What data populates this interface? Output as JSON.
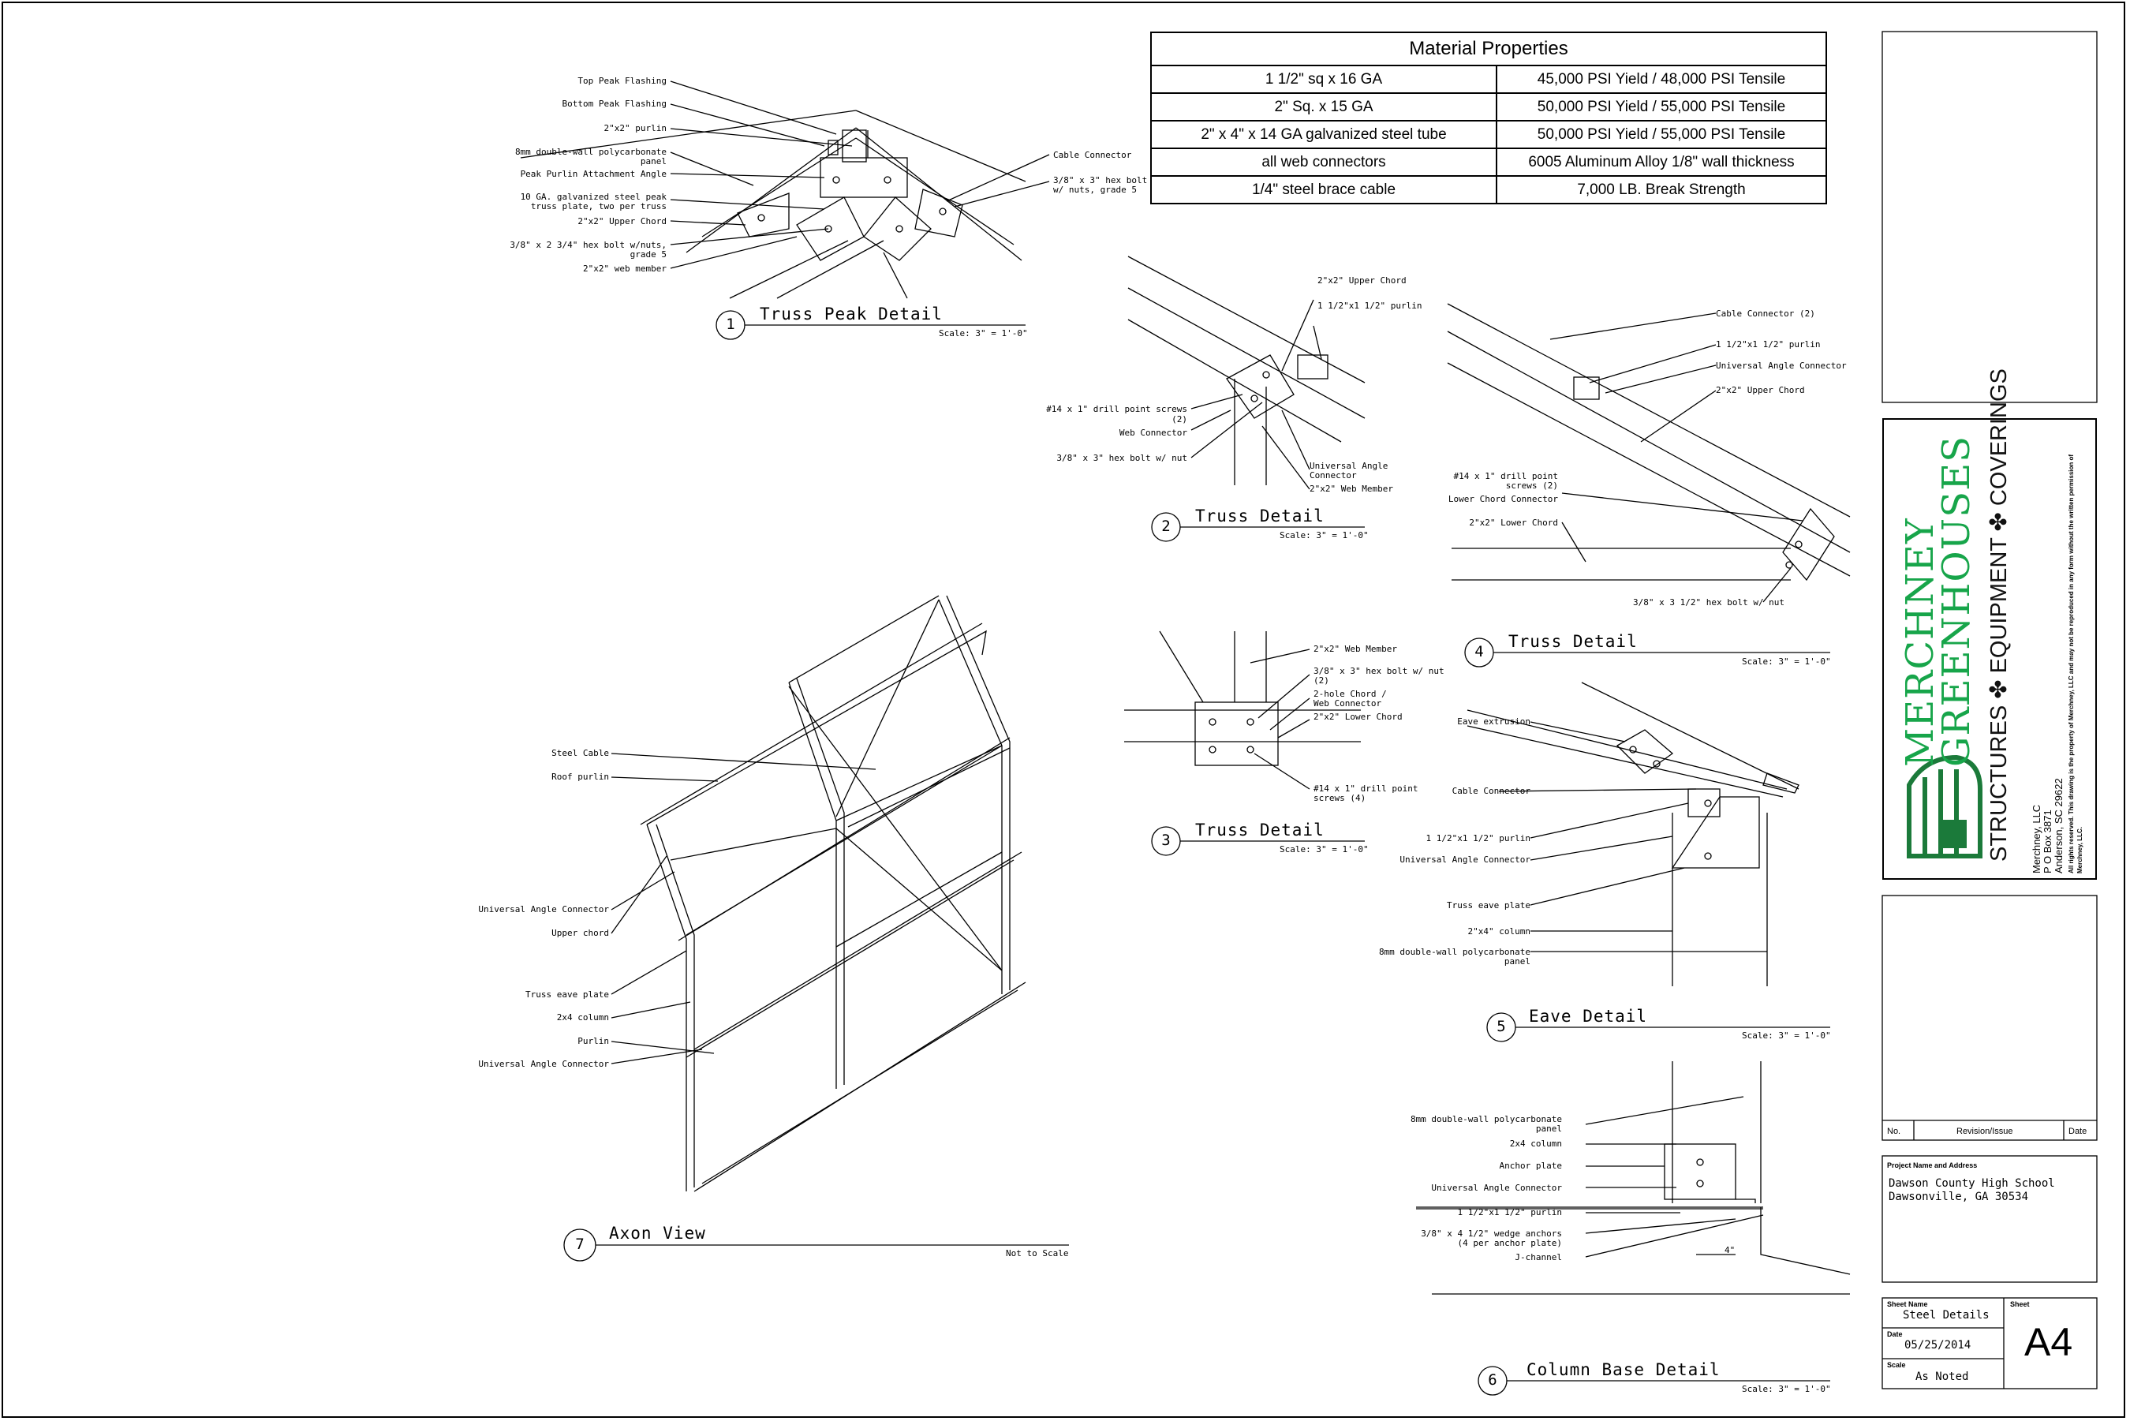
{
  "material_properties": {
    "title": "Material Properties",
    "rows": [
      {
        "material": "1 1/2\" sq x 16 GA",
        "strength": "45,000 PSI Yield / 48,000 PSI Tensile"
      },
      {
        "material": "2\" Sq. x 15 GA",
        "strength": "50,000 PSI Yield / 55,000 PSI Tensile"
      },
      {
        "material": "2\" x 4\" x 14 GA galvanized steel tube",
        "strength": "50,000 PSI Yield / 55,000 PSI Tensile"
      },
      {
        "material": "all web connectors",
        "strength": "6005 Aluminum Alloy 1/8\" wall thickness"
      },
      {
        "material": "1/4\" steel brace cable",
        "strength": "7,000 LB. Break Strength"
      }
    ]
  },
  "details": {
    "d1": {
      "num": "1",
      "title": "Truss Peak Detail",
      "scale": "Scale: 3\" = 1'-0\"",
      "labels": [
        "Top Peak Flashing",
        "Bottom Peak Flashing",
        "2\"x2\" purlin",
        "8mm double-wall polycarbonate",
        "panel",
        "Peak Purlin Attachment Angle",
        "10 GA. galvanized steel peak",
        "truss plate, two per truss",
        "2\"x2\" Upper Chord",
        "3/8\" x 2 3/4\" hex bolt w/nuts,",
        "grade 5",
        "2\"x2\" web member",
        "Cable Connector",
        "3/8\" x 3\" hex bolt",
        "w/ nuts, grade 5"
      ]
    },
    "d2": {
      "num": "2",
      "title": "Truss Detail",
      "scale": "Scale: 3\" = 1'-0\"",
      "labels": [
        "2\"x2\" Upper Chord",
        "1 1/2\"x1 1/2\" purlin",
        "#14 x 1\" drill point screws",
        "(2)",
        "Web Connector",
        "3/8\" x 3\" hex bolt w/ nut",
        "Universal Angle",
        "Connector",
        "2\"x2\" Web Member"
      ]
    },
    "d3": {
      "num": "3",
      "title": "Truss Detail",
      "scale": "Scale: 3\" = 1'-0\"",
      "labels": [
        "2\"x2\" Web Member",
        "3/8\" x 3\" hex bolt w/ nut",
        "(2)",
        "2-hole Chord /",
        "Web Connector",
        "2\"x2\" Lower Chord",
        "#14 x 1\" drill point",
        "screws (4)"
      ]
    },
    "d4": {
      "num": "4",
      "title": "Truss Detail",
      "scale": "Scale: 3\" = 1'-0\"",
      "labels": [
        "Cable Connector (2)",
        "1 1/2\"x1 1/2\" purlin",
        "Universal Angle Connector",
        "2\"x2\" Upper Chord",
        "#14 x 1\" drill point",
        "screws (2)",
        "Lower Chord Connector",
        "2\"x2\" Lower Chord",
        "3/8\" x 3 1/2\" hex bolt w/ nut"
      ]
    },
    "d5": {
      "num": "5",
      "title": "Eave Detail",
      "scale": "Scale: 3\" = 1'-0\"",
      "labels": [
        "Eave extrusion",
        "Cable Connector",
        "1 1/2\"x1 1/2\" purlin",
        "Universal Angle Connector",
        "Truss eave plate",
        "2\"x4\" column",
        "8mm double-wall polycarbonate",
        "panel"
      ]
    },
    "d6": {
      "num": "6",
      "title": "Column Base Detail",
      "scale": "Scale: 3\" = 1'-0\"",
      "labels": [
        "8mm double-wall polycarbonate",
        "panel",
        "2x4 column",
        "Anchor plate",
        "Universal Angle Connector",
        "1 1/2\"x1 1/2\" purlin",
        "3/8\" x 4 1/2\" wedge anchors",
        "(4 per anchor plate)",
        "J-channel",
        "4\""
      ]
    },
    "d7": {
      "num": "7",
      "title": "Axon View",
      "scale": "Not to Scale",
      "labels": [
        "Steel Cable",
        "Roof purlin",
        "Universal Angle Connector",
        "Upper chord",
        "Truss eave plate",
        "2x4 column",
        "Purlin",
        "Universal Angle Connector"
      ]
    }
  },
  "title_block": {
    "logo_line1": "MERCHNEY",
    "logo_line2": "GREENHOUSES",
    "tagline": "STRUCTURES ✤ EQUIPMENT ✤ COVERINGS",
    "company": "Merchney, LLC",
    "po_box": "P O Box 3871",
    "city": "Anderson, SC 29622",
    "rights_1": "All rights reserved. This drawing is the property of Merchney, LLC and may not be reproduced in any form without the written",
    "rights_2": "permission of Merchney, LLC.",
    "rev_no": "No.",
    "rev_issue": "Revision/Issue",
    "rev_date": "Date",
    "project_label": "Project Name and Address",
    "project_name": "Dawson County High School",
    "project_city": "Dawsonville, GA 30534",
    "sheet_name_label": "Sheet Name",
    "sheet_name": "Steel Details",
    "date_label": "Date",
    "date": "05/25/2014",
    "scale_label": "Scale",
    "scale": "As Noted",
    "sheet_label": "Sheet",
    "sheet": "A4"
  }
}
